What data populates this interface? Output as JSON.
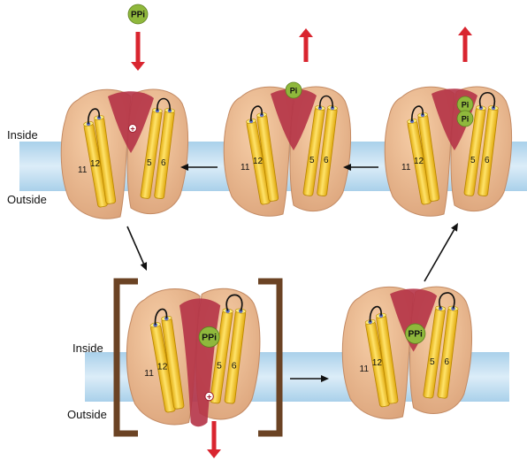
{
  "side_labels": {
    "top_inside": "Inside",
    "top_outside": "Outside",
    "bottom_inside": "Inside",
    "bottom_outside": "Outside"
  },
  "helix_labels": [
    "11",
    "12",
    "5",
    "6"
  ],
  "ligands": {
    "pyrophosphate": "PPi",
    "phosphate": "Pi",
    "proton": "+"
  },
  "colors": {
    "membrane": "#cfe6f4",
    "protein": "#eebd94",
    "protein_shadow": "#c48b64",
    "pocket": "#b53347",
    "helix": "#f5cc2c",
    "ligand": "#8fb83c",
    "red_arrow": "#d9252f",
    "bracket": "#6b4324"
  }
}
